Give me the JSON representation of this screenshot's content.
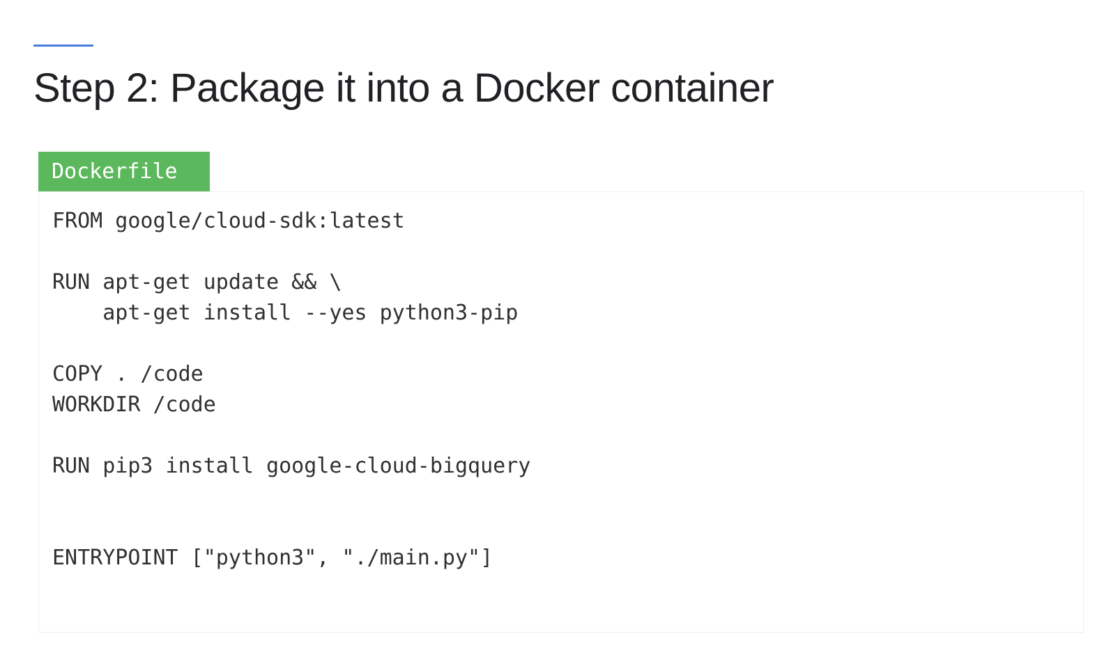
{
  "slide": {
    "title": "Step 2: Package it into a Docker container",
    "accent_color": "#4a7bd8"
  },
  "code_panel": {
    "tab_label": "Dockerfile",
    "tab_color": "#5cb85c",
    "lines": [
      "FROM google/cloud-sdk:latest",
      "",
      "RUN apt-get update && \\",
      "    apt-get install --yes python3-pip",
      "",
      "COPY . /code",
      "WORKDIR /code",
      "",
      "RUN pip3 install google-cloud-bigquery",
      "",
      "",
      "ENTRYPOINT [\"python3\", \"./main.py\"]"
    ]
  }
}
